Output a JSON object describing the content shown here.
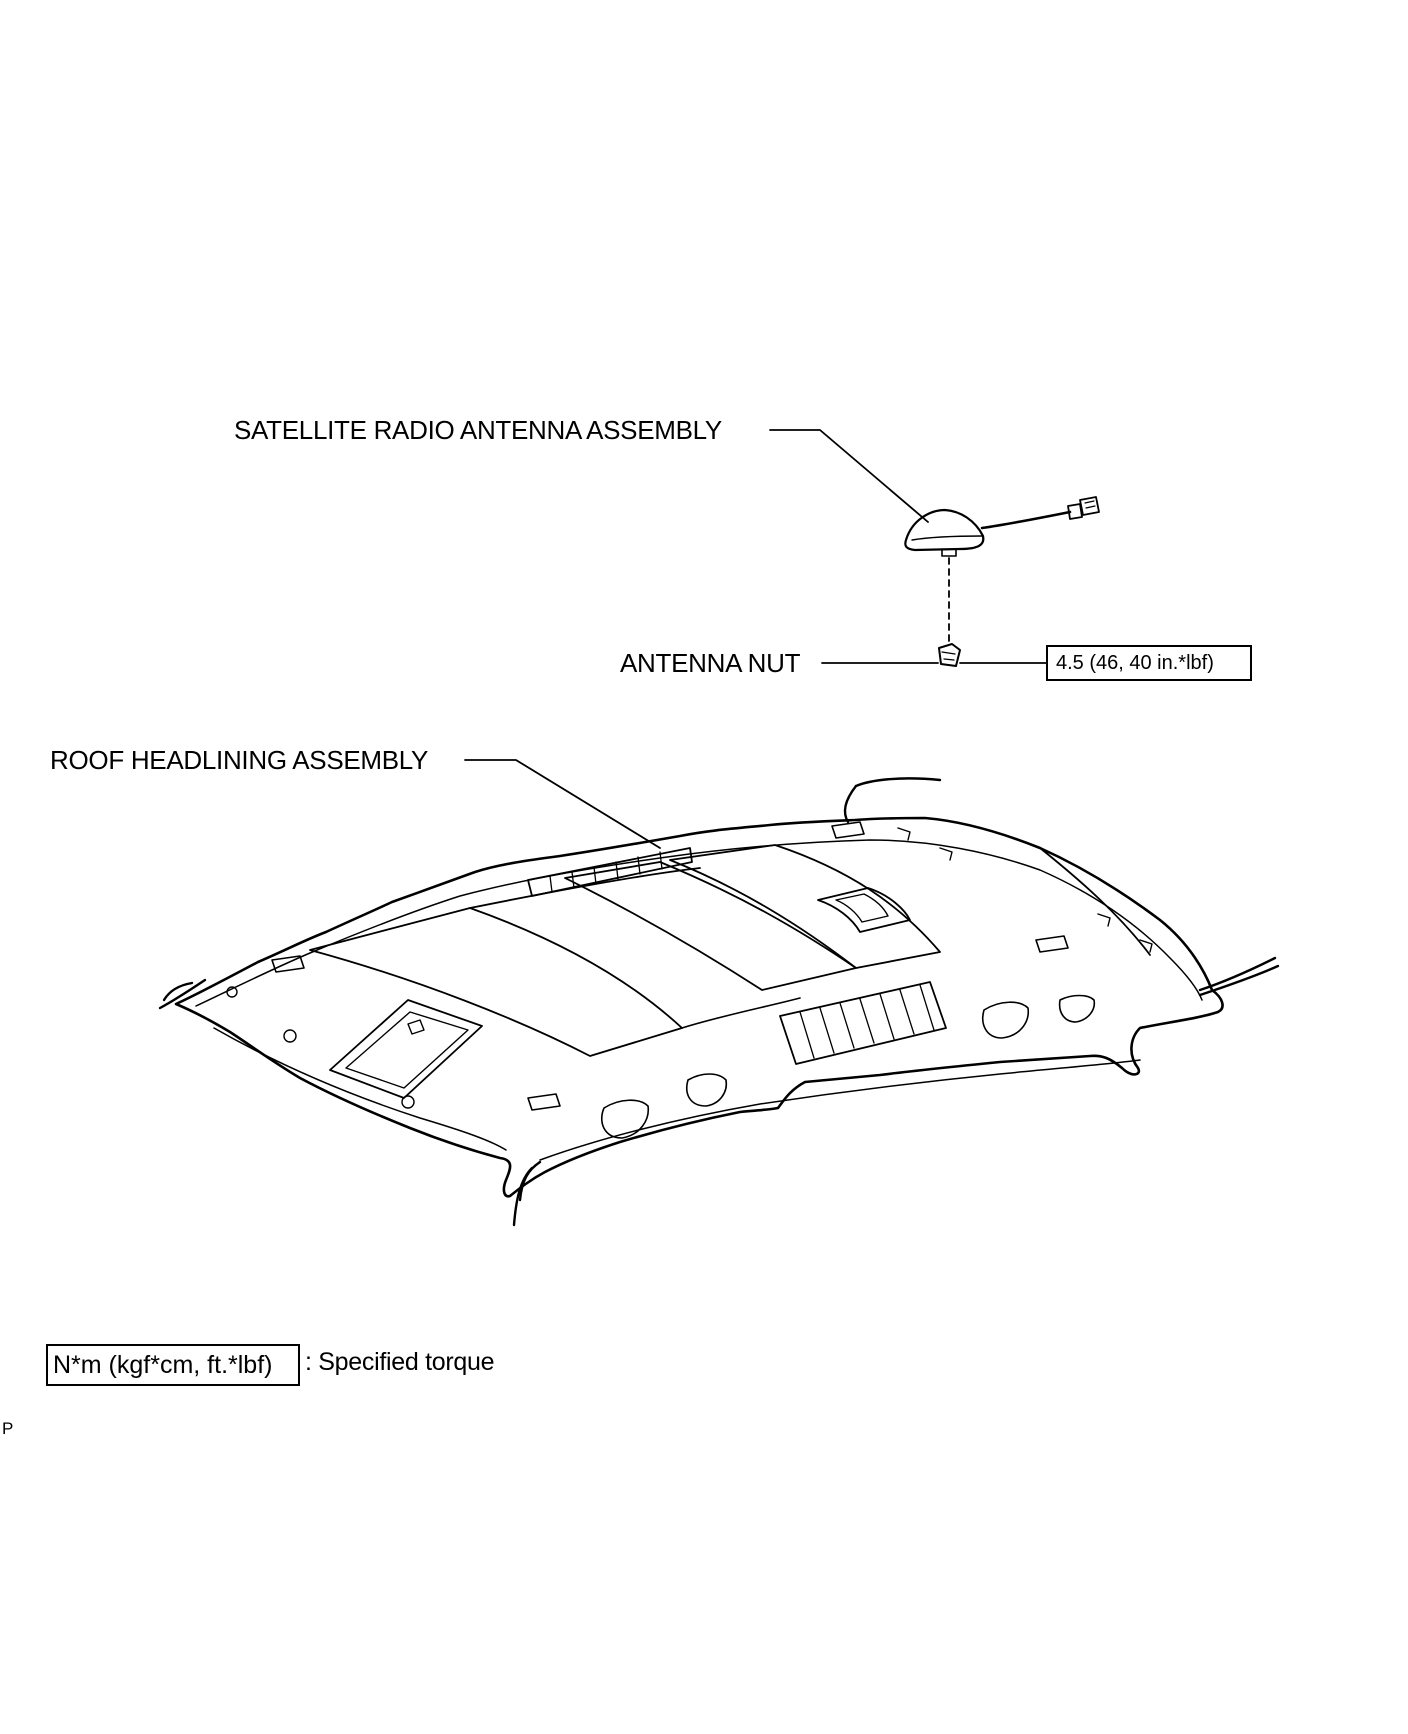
{
  "callouts": {
    "satellite_antenna": "SATELLITE RADIO ANTENNA ASSEMBLY",
    "antenna_nut": "ANTENNA NUT",
    "roof_headlining": "ROOF HEADLINING ASSEMBLY"
  },
  "torque": {
    "value": "4.5 (46, 40 in.*lbf)"
  },
  "legend": {
    "unit_box": "N*m (kgf*cm, ft.*lbf)",
    "description": ": Specified torque"
  },
  "footer": {
    "code": "P"
  },
  "colors": {
    "line": "#000000",
    "background": "#ffffff"
  }
}
